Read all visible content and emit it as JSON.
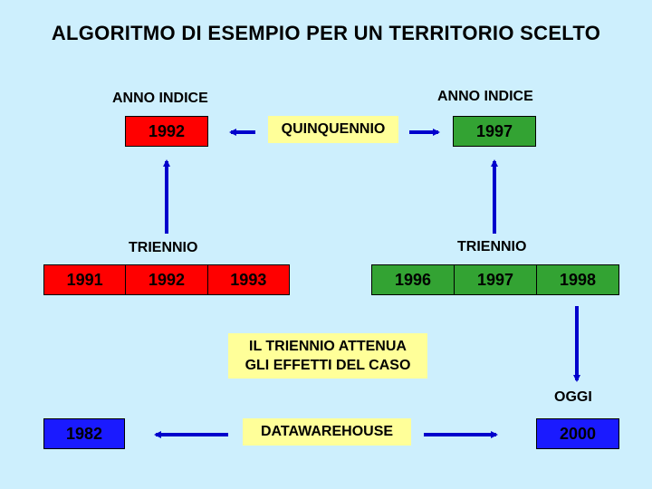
{
  "title": "ALGORITMO DI ESEMPIO PER UN TERRITORIO SCELTO",
  "left_index": {
    "label": "ANNO INDICE",
    "year": "1992",
    "color": "#ff0000"
  },
  "right_index": {
    "label": "ANNO INDICE",
    "year": "1997",
    "color": "#33a333"
  },
  "period_label": "QUINQUENNIO",
  "left_triennio": {
    "label": "TRIENNIO",
    "years": [
      "1991",
      "1992",
      "1993"
    ]
  },
  "right_triennio": {
    "label": "TRIENNIO",
    "years": [
      "1996",
      "1997",
      "1998"
    ]
  },
  "note": {
    "line1": "IL TRIENNIO ATTENUA",
    "line2": "GLI EFFETTI DEL CASO"
  },
  "today_label": "OGGI",
  "bottom": {
    "start_year": "1982",
    "middle_label": "DATAWAREHOUSE",
    "end_year": "2000",
    "color": "#1a1aff"
  },
  "arrow_color": "#0000cc"
}
